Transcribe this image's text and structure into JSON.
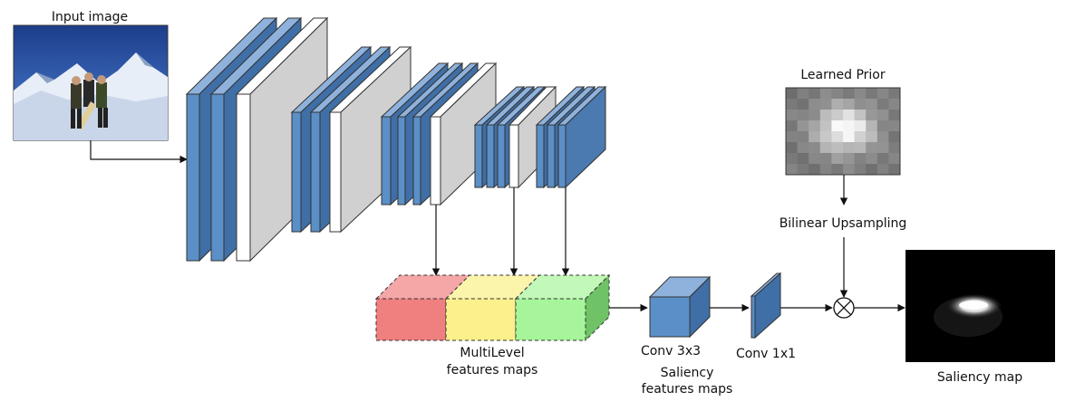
{
  "labels": {
    "input_image": "Input image",
    "learned_prior": "Learned Prior",
    "bilinear_upsampling": "Bilinear Upsampling",
    "multilevel_line1": "MultiLevel",
    "multilevel_line2": "features maps",
    "conv3x3": "Conv 3x3",
    "saliency_feat_line1": "Saliency",
    "saliency_feat_line2": "features maps",
    "conv1x1": "Conv 1x1",
    "saliency_map": "Saliency map"
  },
  "colors": {
    "conv_blue": "#5b8fc7",
    "conv_blue_dark": "#3f6fa6",
    "pool_white": "#ffffff",
    "pool_gray": "#d0d0d0",
    "feat_red": "#f08080",
    "feat_yellow": "#faf08c",
    "feat_green": "#a6f59a",
    "arrow": "#111111"
  },
  "icons": {
    "multiply_operator": "circled-times-icon"
  }
}
